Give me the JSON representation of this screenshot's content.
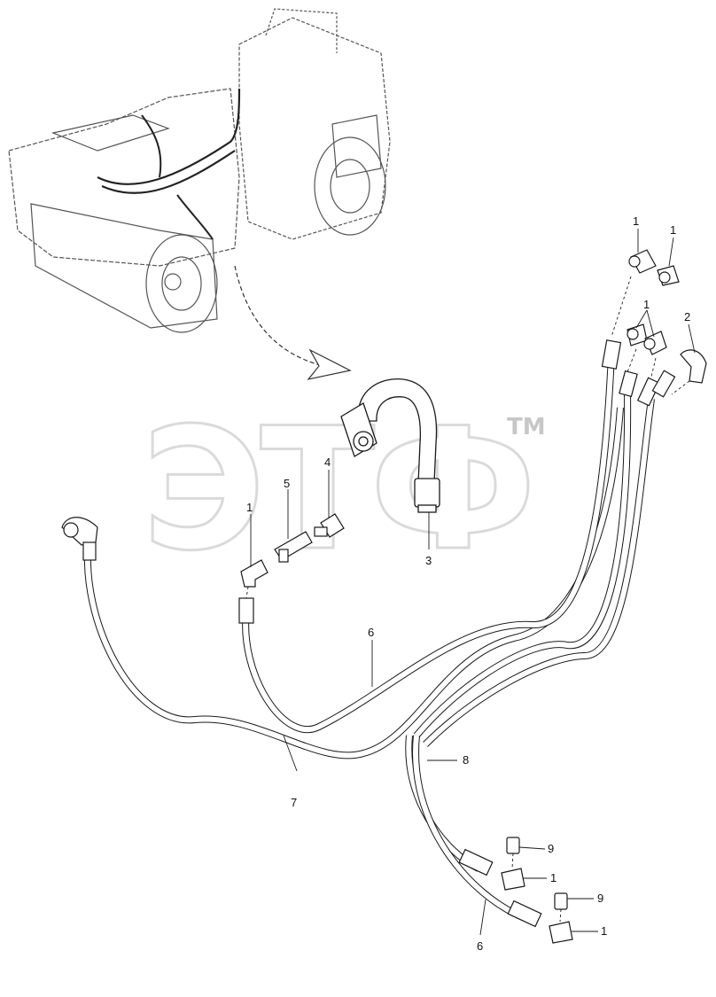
{
  "watermark": {
    "text": "ЭТФ",
    "tm": "TM",
    "color": "#bdbdbd"
  },
  "callouts": [
    {
      "id": "c1a",
      "label": "1"
    },
    {
      "id": "c1b",
      "label": "1"
    },
    {
      "id": "c1c",
      "label": "1"
    },
    {
      "id": "c2",
      "label": "2"
    },
    {
      "id": "c3",
      "label": "3"
    },
    {
      "id": "c4",
      "label": "4"
    },
    {
      "id": "c5",
      "label": "5"
    },
    {
      "id": "c1d",
      "label": "1"
    },
    {
      "id": "c6a",
      "label": "6"
    },
    {
      "id": "c7",
      "label": "7"
    },
    {
      "id": "c8",
      "label": "8"
    },
    {
      "id": "c9a",
      "label": "9"
    },
    {
      "id": "c1e",
      "label": "1"
    },
    {
      "id": "c9b",
      "label": "9"
    },
    {
      "id": "c1f",
      "label": "1"
    },
    {
      "id": "c6b",
      "label": "6"
    }
  ],
  "colors": {
    "line": "#1a1a1a",
    "hose": "#ffffff",
    "machine": "#555555"
  }
}
